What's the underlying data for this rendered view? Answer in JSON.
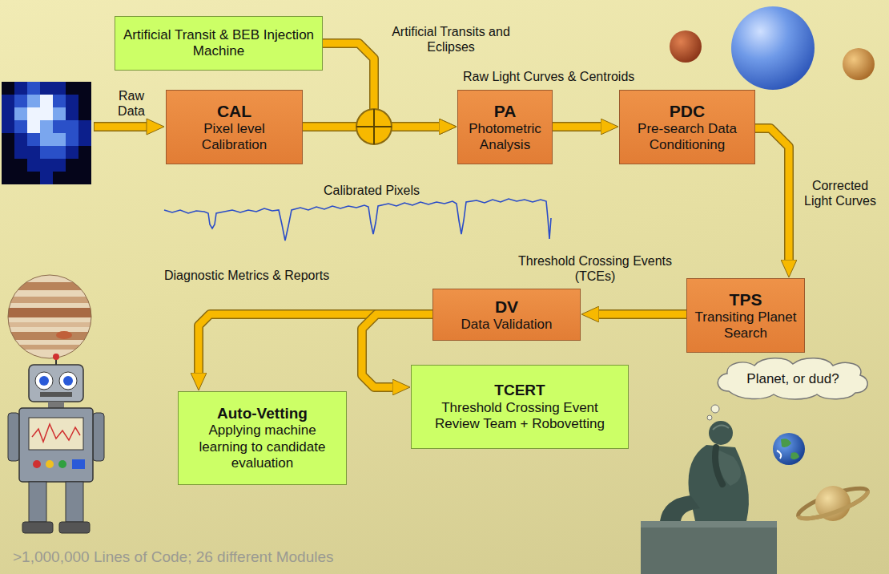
{
  "diagram": {
    "nodes": [
      {
        "text": [
          "Artificial Transit & BEB Injection Machine"
        ]
      },
      {
        "text": [
          "CAL",
          "Pixel level Calibration"
        ]
      },
      {
        "text": [
          "PA",
          "Photometric Analysis"
        ]
      },
      {
        "text": [
          "PDC",
          "Pre-search Data Conditioning"
        ]
      },
      {
        "text": [
          "TPS",
          "Transiting Planet Search"
        ]
      },
      {
        "text": [
          "DV",
          "Data Validation"
        ]
      },
      {
        "text": [
          "Auto-Vetting",
          "Applying machine learning to candidate evaluation"
        ]
      },
      {
        "text": [
          "TCERT",
          "Threshold Crossing Event Review Team + Robovetting"
        ]
      },
      {
        "text": [
          "Planet, or dud?"
        ]
      }
    ],
    "edges": [
      {
        "from": 0,
        "to": 2,
        "arrow": "to",
        "label": "Artificial Transits and Eclipses"
      },
      {
        "from": 1,
        "to": 2,
        "arrow": "to"
      },
      {
        "from": 2,
        "to": 3,
        "arrow": "to",
        "label": "Raw Light Curves & Centroids"
      },
      {
        "from": 3,
        "to": 4,
        "arrow": "to",
        "label": "Corrected Light Curves"
      },
      {
        "from": 4,
        "to": 5,
        "arrow": "to",
        "label": "Threshold Crossing Events (TCEs)"
      },
      {
        "from": 5,
        "to": 6,
        "arrow": "to",
        "label": "Diagnostic Metrics & Reports"
      },
      {
        "from": 5,
        "to": 7,
        "arrow": "to"
      }
    ],
    "labels": [
      "Raw Data",
      "Calibrated Pixels",
      ">1,000,000 Lines of Code; 26 different Modules"
    ]
  }
}
